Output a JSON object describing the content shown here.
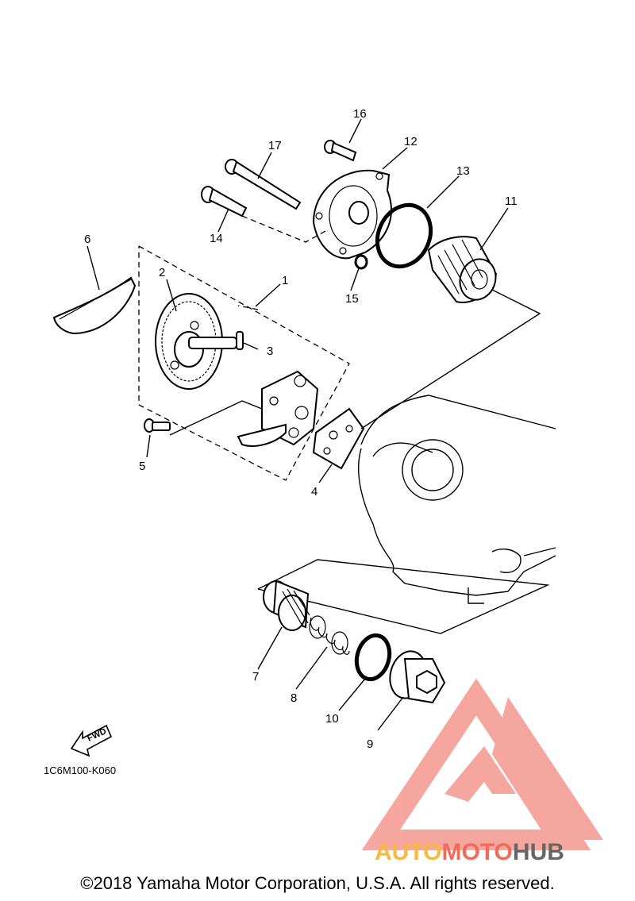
{
  "diagram_code": "1C6M100-K060",
  "fwd_label": "FWD",
  "copyright": "©2018 Yamaha Motor Corporation, U.S.A. All rights reserved.",
  "watermark": {
    "part1": "AUTO",
    "part2": "MOTO",
    "part3": "HUB",
    "color1": "#f5b942",
    "color2": "#f06b5c",
    "color3": "#666666",
    "logo_color": "#f28a80"
  },
  "callouts": [
    "1",
    "2",
    "3",
    "4",
    "5",
    "6",
    "7",
    "8",
    "9",
    "10",
    "11",
    "12",
    "13",
    "14",
    "15",
    "16",
    "17"
  ]
}
